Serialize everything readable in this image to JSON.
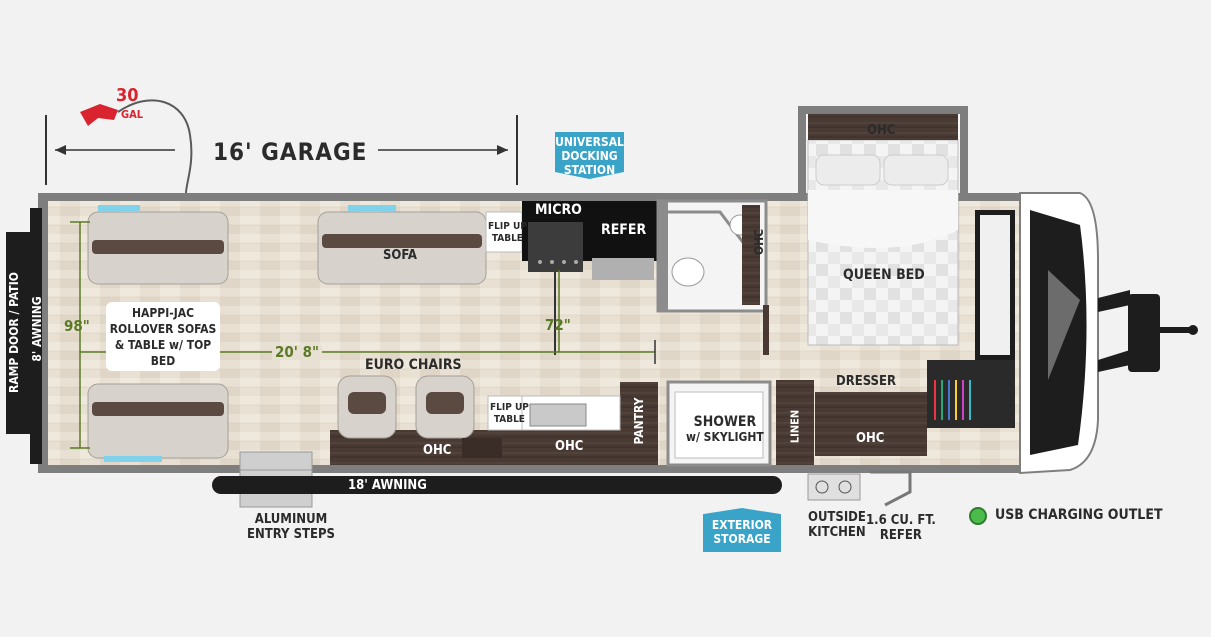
{
  "labels": {
    "fuel_capacity": "30",
    "fuel_unit": "GAL",
    "garage": "16' GARAGE",
    "docking_station": [
      "UNIVERSAL",
      "DOCKING",
      "STATION"
    ],
    "micro": "MICRO",
    "refer": "REFER",
    "flip_up_table": [
      "FLIP UP",
      "TABLE"
    ],
    "sofa": "SOFA",
    "ohc": "OHC",
    "queen_bed": "QUEEN BED",
    "happijac": [
      "HAPPI-JAC",
      "ROLLOVER SOFAS",
      "& TABLE w/ TOP BED"
    ],
    "width": "98\"",
    "height": "72\"",
    "length": "20' 8\"",
    "euro_chairs": "EURO CHAIRS",
    "ramp_door": "RAMP DOOR / PATIO",
    "side_awning": "8' AWNING",
    "pantry": "PANTRY",
    "shower": [
      "SHOWER",
      "w/ SKYLIGHT"
    ],
    "linen": "LINEN",
    "dresser": "DRESSER",
    "main_awning": "18' AWNING",
    "entry_steps": [
      "ALUMINUM",
      "ENTRY STEPS"
    ],
    "exterior_storage": [
      "EXTERIOR",
      "STORAGE"
    ],
    "outside_kitchen": [
      "OUTSIDE",
      "KITCHEN"
    ],
    "outside_refer": [
      "1.6 CU. FT.",
      "REFER"
    ],
    "usb_legend": "USB CHARGING OUTLET"
  },
  "colors": {
    "floor": "#e7dfd2",
    "wall": "#7e7e7e",
    "cabinet": "#4a3a34",
    "accent": "#3aa3c8",
    "dimension": "#5a7a26",
    "usb": "#4cbb4c",
    "fuel": "#d9232e"
  }
}
